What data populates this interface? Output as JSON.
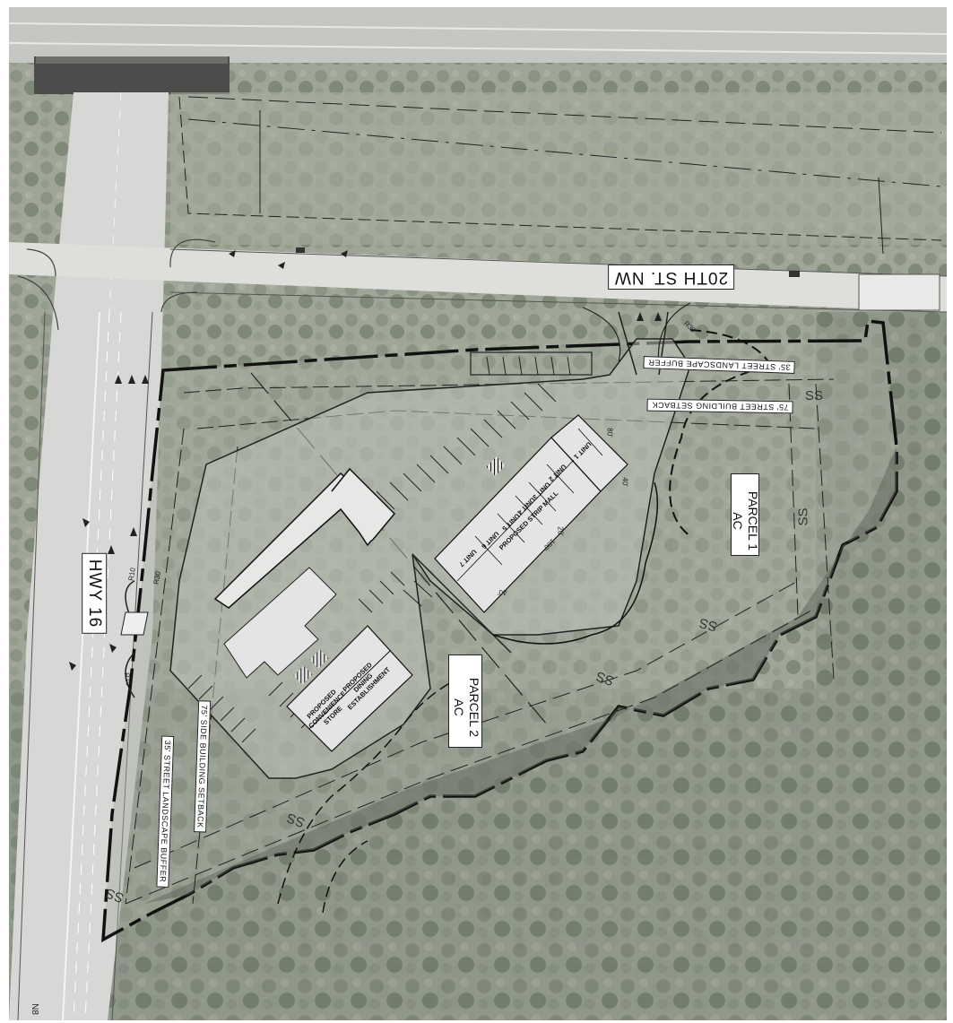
{
  "labels": {
    "road_top": "20TH ST. NW",
    "road_left": "HWY 16",
    "parcel_1_line1": "PARCEL",
    "parcel_1_line2": "1",
    "parcel_1_line3": "AC",
    "parcel_2_line1": "PARCEL",
    "parcel_2_line2": "2",
    "parcel_2_line3": "AC",
    "street_landscape_buffer_top": "35' STREET LANDSCAPE BUFFER",
    "street_building_setback_top": "75' STREET BUILDING SETBACK",
    "street_landscape_buffer_left": "35' STREET LANDSCAPE BUFFER",
    "side_building_setback_left": "75' SIDE BUILDING SETBACK",
    "proposed_strip_mall": "PROPOSED STRIP MALL",
    "proposed_dining": "PROPOSED DINING ESTABLISHMENT",
    "proposed_convenience": "PROPOSED CONVENIENCE STORE",
    "units": [
      "UNIT 1",
      "UNIT 2",
      "UNIT 3",
      "UNIT 4",
      "UNIT 5",
      "UNIT 6",
      "UNIT 7"
    ],
    "sewer": "SS",
    "dims": [
      "80'",
      "40'",
      "180'",
      "20'",
      "40'"
    ],
    "radii": [
      "R10",
      "R30",
      "R10",
      "R30"
    ],
    "bottom_edge": "N8"
  },
  "colors": {
    "aerial_base": "#b9bdb3",
    "road": "#d6d6d6",
    "property_line": "#111111",
    "building": "#e4e4e4"
  }
}
